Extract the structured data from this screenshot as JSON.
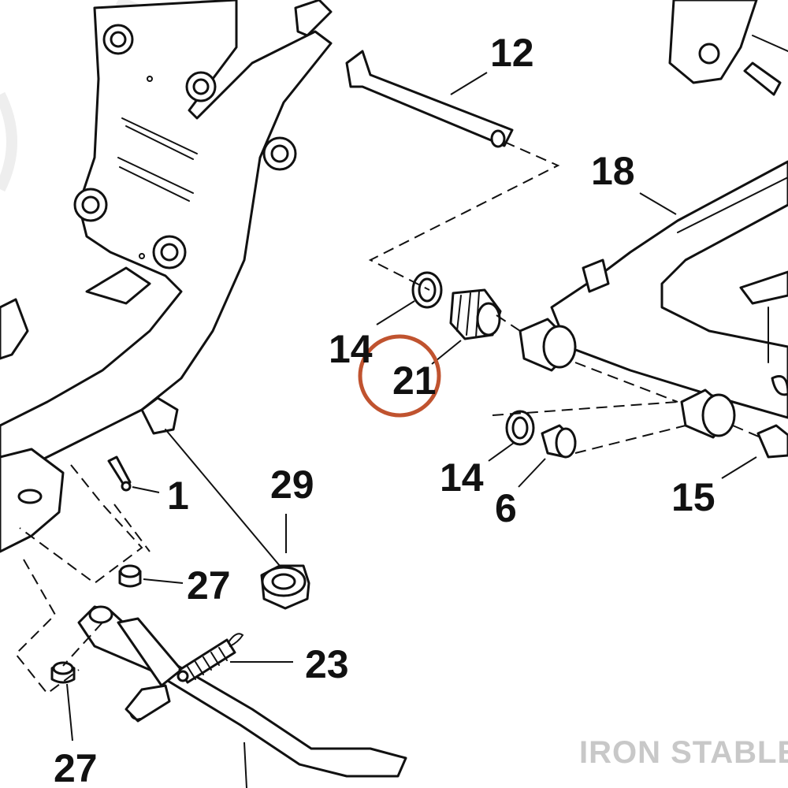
{
  "callouts": [
    {
      "id": "12",
      "label": "12"
    },
    {
      "id": "18",
      "label": "18"
    },
    {
      "id": "14a",
      "label": "14"
    },
    {
      "id": "21",
      "label": "21"
    },
    {
      "id": "14b",
      "label": "14"
    },
    {
      "id": "6",
      "label": "6"
    },
    {
      "id": "15",
      "label": "15"
    },
    {
      "id": "1",
      "label": "1"
    },
    {
      "id": "29",
      "label": "29"
    },
    {
      "id": "27a",
      "label": "27"
    },
    {
      "id": "23",
      "label": "23"
    },
    {
      "id": "27b",
      "label": "27"
    }
  ],
  "highlight": {
    "target": "21",
    "color": "#c0532f"
  },
  "watermark": {
    "text": "IRON STABLE",
    "color": "#c8c8c8"
  }
}
